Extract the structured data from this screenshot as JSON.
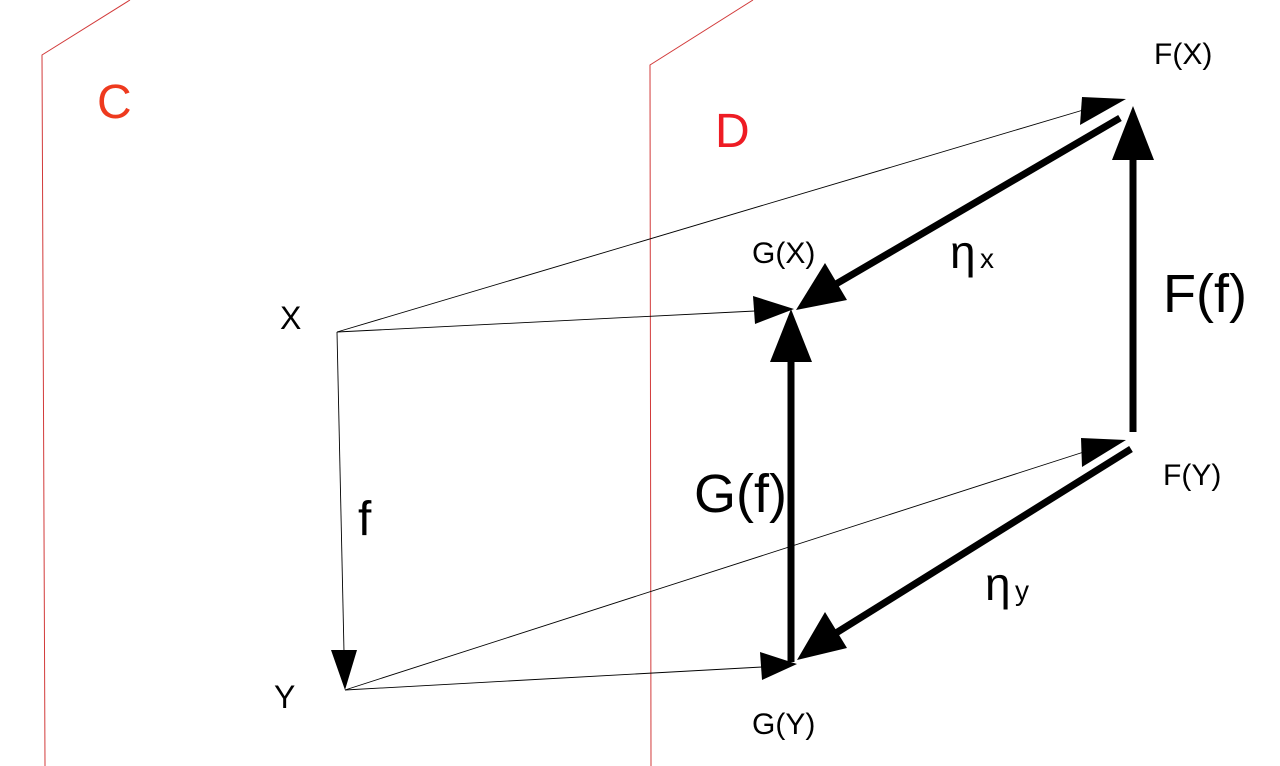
{
  "categories": {
    "source": {
      "label": "C",
      "color": "#ee3a1e"
    },
    "target": {
      "label": "D",
      "color": "#ee1c24"
    },
    "plane_color": "#d23a3a"
  },
  "objects": {
    "x": "X",
    "y": "Y",
    "fx": "F(X)",
    "fy": "F(Y)",
    "gx": "G(X)",
    "gy": "G(Y)"
  },
  "morphisms": {
    "f": "f",
    "Ff": "F(f)",
    "Gf": "G(f)",
    "eta_x": {
      "symbol": "η",
      "sub": "x"
    },
    "eta_y": {
      "symbol": "η",
      "sub": "y"
    }
  }
}
